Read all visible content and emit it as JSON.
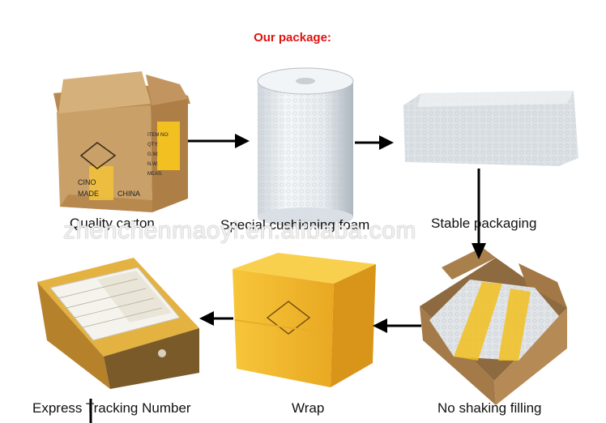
{
  "heading": "Our package:",
  "watermark": "zhenchenmaoyi.en.alibaba.com",
  "steps": [
    {
      "label": "Quality carton"
    },
    {
      "label": "Special cushioning foam"
    },
    {
      "label": "Stable packaging"
    },
    {
      "label": "No shaking filling"
    },
    {
      "label": "Wrap"
    },
    {
      "label": "Express Tracking Number"
    }
  ],
  "box_print": {
    "made_in": "MADE IN CHINA",
    "made_left": "MADE",
    "made_right": "CHINA",
    "cino": "CINO",
    "items": [
      "ITEM NO:",
      "QTY:",
      "G.W:",
      "N.W:",
      "MEAS:"
    ]
  },
  "colors": {
    "heading": "#e0120f",
    "carton": "#c79a5e",
    "tape": "#f2c020",
    "wrap": "#f6c23c",
    "arrow": "#000000"
  }
}
